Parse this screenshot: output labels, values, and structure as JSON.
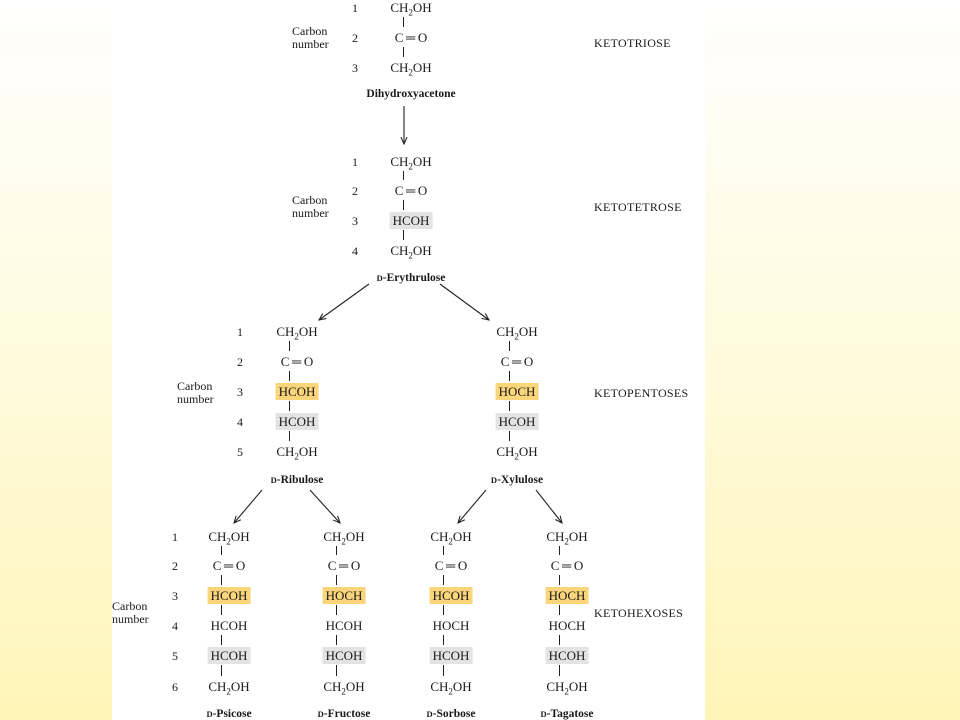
{
  "carbon_label": "Carbon\nnumber",
  "sections": [
    {
      "id": "triose",
      "class_label": "KETOTRIOSE",
      "compounds": [
        {
          "name": "Dihydroxyacetone",
          "groups": [
            {
              "text": "CH2OH",
              "hl": "none"
            },
            {
              "text": "C=O",
              "hl": "none"
            },
            {
              "text": "CH2OH",
              "hl": "none"
            }
          ]
        }
      ]
    },
    {
      "id": "tetrose",
      "class_label": "KETOTETROSE",
      "compounds": [
        {
          "name": "D-Erythrulose",
          "groups": [
            {
              "text": "CH2OH",
              "hl": "none"
            },
            {
              "text": "C=O",
              "hl": "none"
            },
            {
              "text": "HCOH",
              "hl": "gray"
            },
            {
              "text": "CH2OH",
              "hl": "none"
            }
          ]
        }
      ]
    },
    {
      "id": "pentoses",
      "class_label": "KETOPENTOSES",
      "compounds": [
        {
          "name": "D-Ribulose",
          "groups": [
            {
              "text": "CH2OH",
              "hl": "none"
            },
            {
              "text": "C=O",
              "hl": "none"
            },
            {
              "text": "HCOH",
              "hl": "yellow"
            },
            {
              "text": "HCOH",
              "hl": "gray"
            },
            {
              "text": "CH2OH",
              "hl": "none"
            }
          ]
        },
        {
          "name": "D-Xylulose",
          "groups": [
            {
              "text": "CH2OH",
              "hl": "none"
            },
            {
              "text": "C=O",
              "hl": "none"
            },
            {
              "text": "HOCH",
              "hl": "yellow"
            },
            {
              "text": "HCOH",
              "hl": "gray"
            },
            {
              "text": "CH2OH",
              "hl": "none"
            }
          ]
        }
      ]
    },
    {
      "id": "hexoses",
      "class_label": "KETOHEXOSES",
      "compounds": [
        {
          "name": "D-Psicose",
          "groups": [
            {
              "text": "CH2OH",
              "hl": "none"
            },
            {
              "text": "C=O",
              "hl": "none"
            },
            {
              "text": "HCOH",
              "hl": "yellow"
            },
            {
              "text": "HCOH",
              "hl": "none"
            },
            {
              "text": "HCOH",
              "hl": "gray"
            },
            {
              "text": "CH2OH",
              "hl": "none"
            }
          ]
        },
        {
          "name": "D-Fructose",
          "groups": [
            {
              "text": "CH2OH",
              "hl": "none"
            },
            {
              "text": "C=O",
              "hl": "none"
            },
            {
              "text": "HOCH",
              "hl": "yellow"
            },
            {
              "text": "HCOH",
              "hl": "none"
            },
            {
              "text": "HCOH",
              "hl": "gray"
            },
            {
              "text": "CH2OH",
              "hl": "none"
            }
          ]
        },
        {
          "name": "D-Sorbose",
          "groups": [
            {
              "text": "CH2OH",
              "hl": "none"
            },
            {
              "text": "C=O",
              "hl": "none"
            },
            {
              "text": "HCOH",
              "hl": "yellow"
            },
            {
              "text": "HOCH",
              "hl": "none"
            },
            {
              "text": "HCOH",
              "hl": "gray"
            },
            {
              "text": "CH2OH",
              "hl": "none"
            }
          ]
        },
        {
          "name": "D-Tagatose",
          "groups": [
            {
              "text": "CH2OH",
              "hl": "none"
            },
            {
              "text": "C=O",
              "hl": "none"
            },
            {
              "text": "HOCH",
              "hl": "yellow"
            },
            {
              "text": "HOCH",
              "hl": "none"
            },
            {
              "text": "HCOH",
              "hl": "gray"
            },
            {
              "text": "CH2OH",
              "hl": "none"
            }
          ]
        }
      ]
    }
  ],
  "colors": {
    "highlight_yellow": "#fad57a",
    "highlight_gray": "#e3e3e3",
    "background_top": "#ffffff",
    "background_bottom": "#fff5b8"
  }
}
